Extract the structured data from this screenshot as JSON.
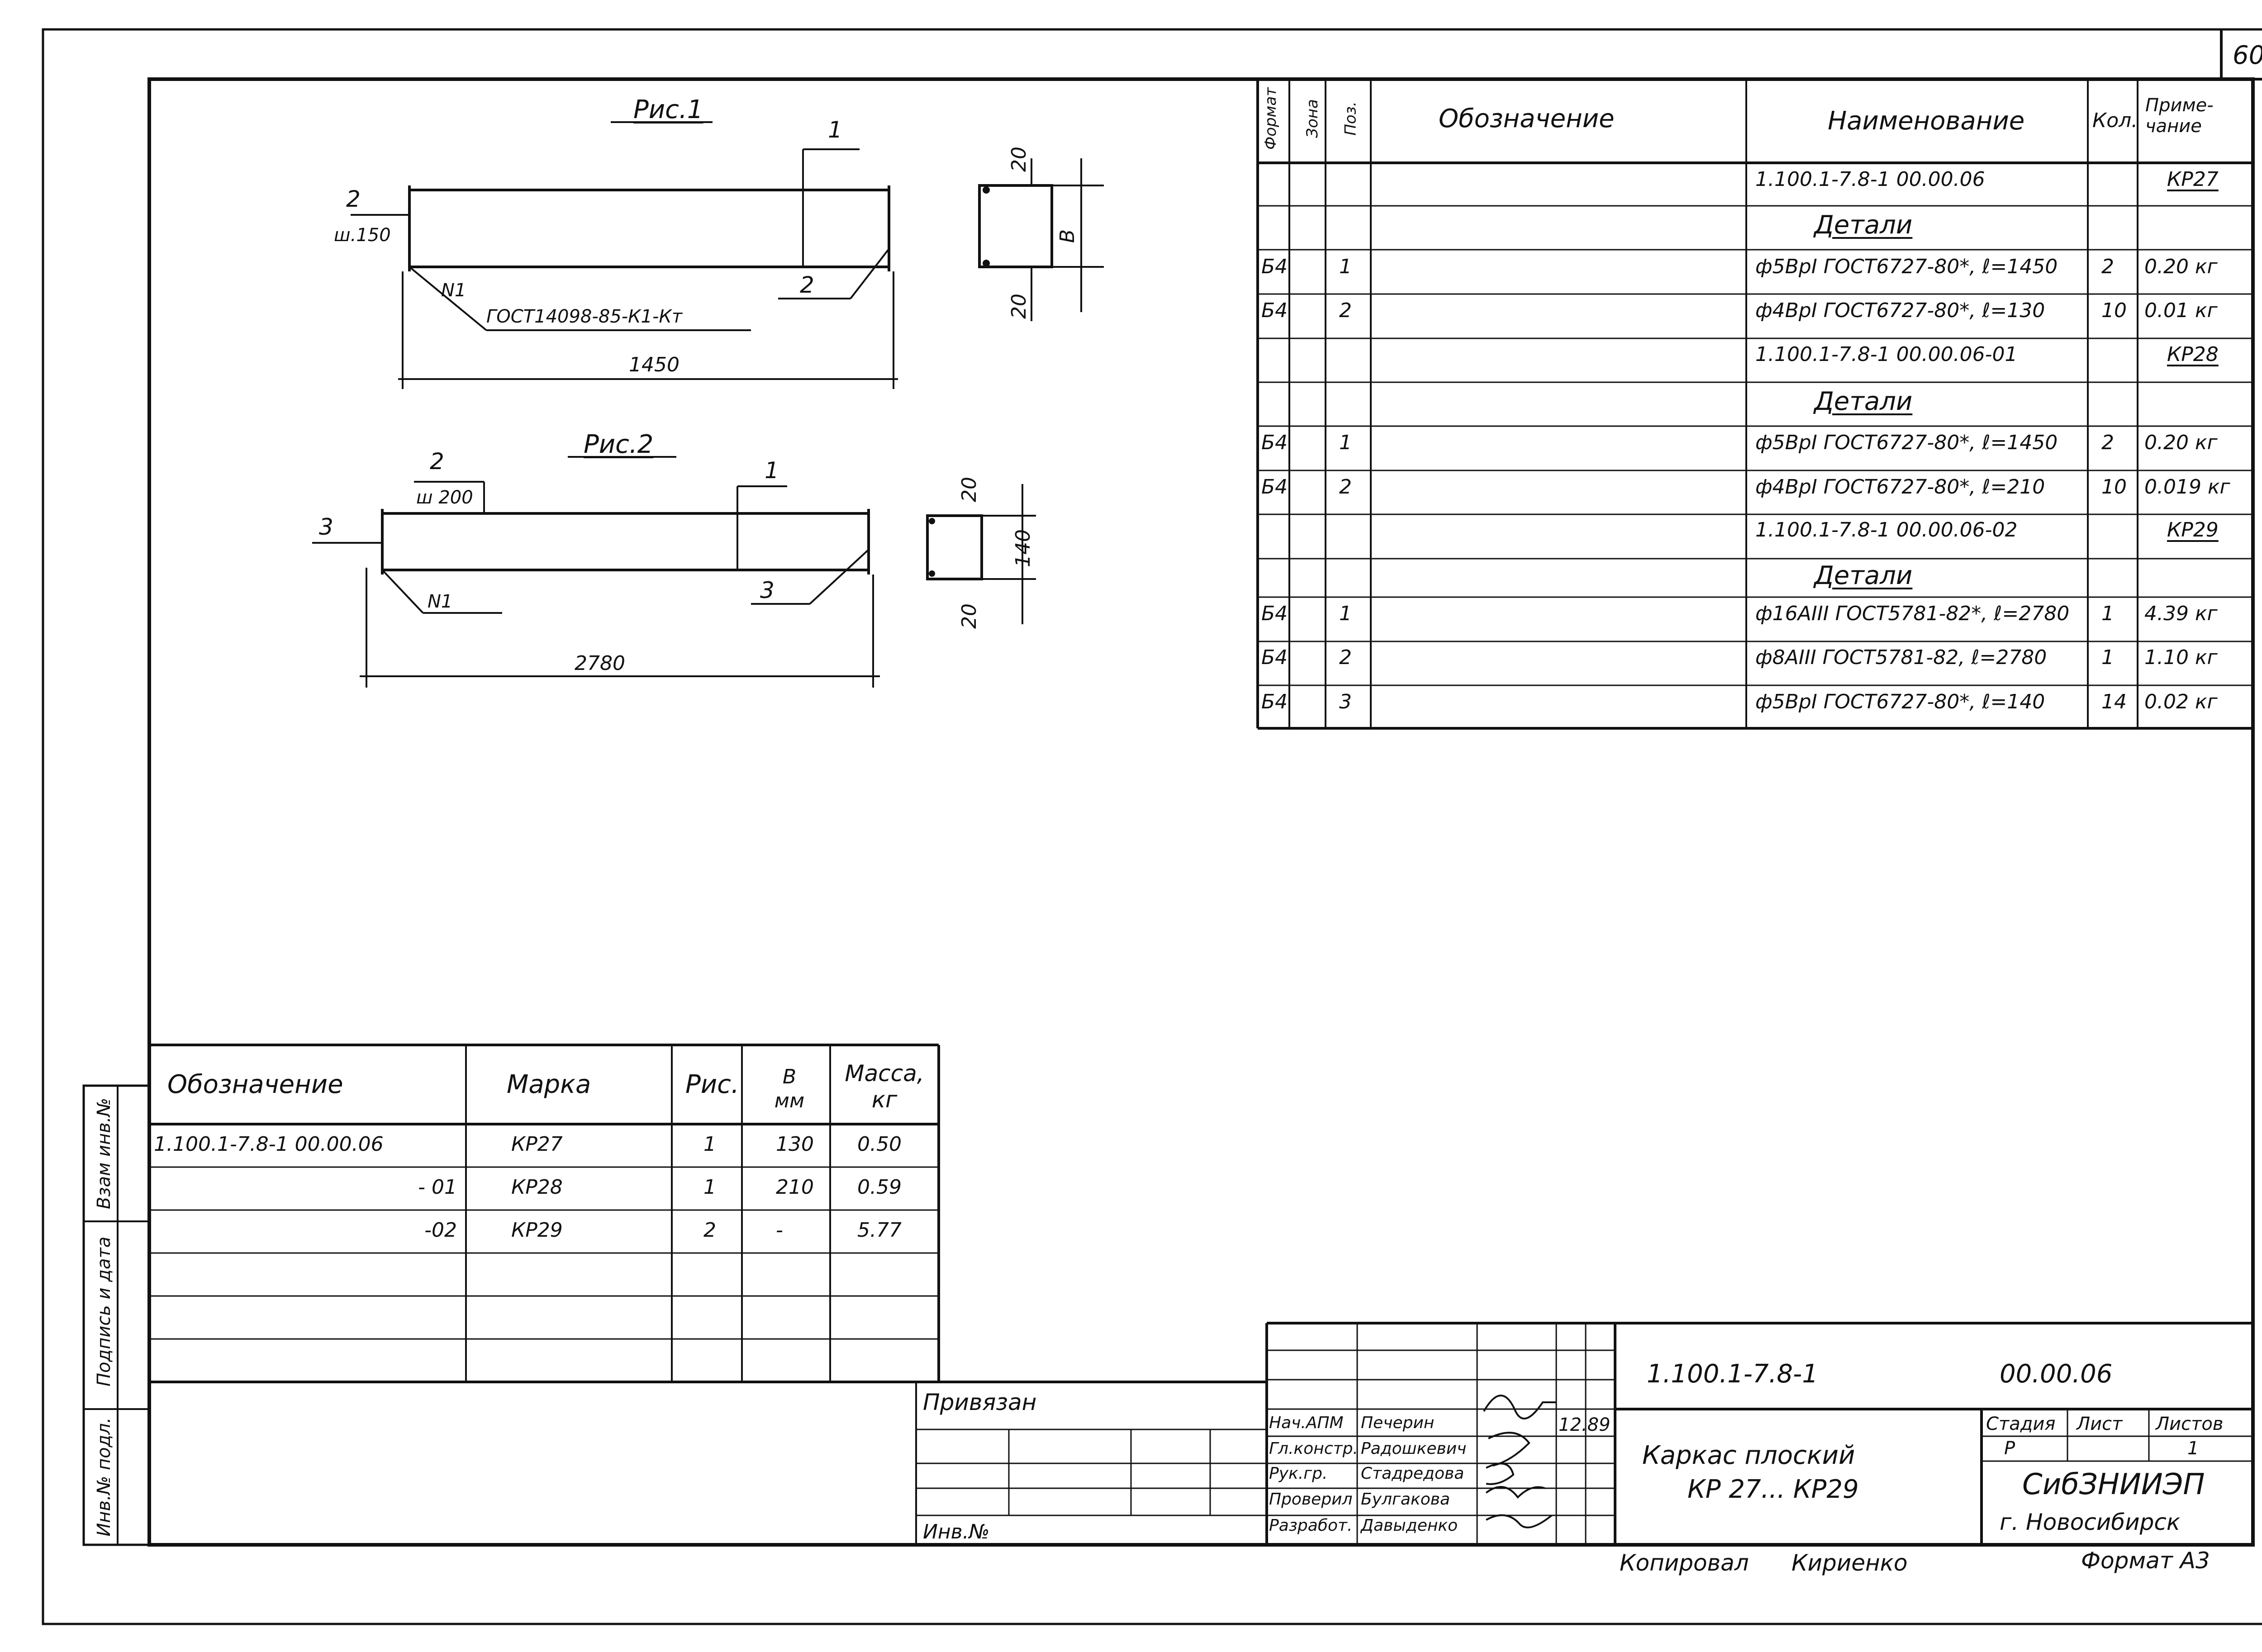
{
  "sheet": {
    "page_no": "60"
  },
  "figures": {
    "fig1": {
      "title": "Рис.1",
      "labels": [
        "2",
        "ш.150",
        "1",
        "2",
        "N1",
        "ГОСТ14098-85-К1-Кт",
        "1450"
      ],
      "section_dims": [
        "20",
        "20",
        "В"
      ]
    },
    "fig2": {
      "title": "Рис.2",
      "labels": [
        "2",
        "ш 200",
        "1",
        "3",
        "3",
        "N1",
        "2780"
      ],
      "section_dims": [
        "20",
        "140",
        "20"
      ]
    }
  },
  "spec": {
    "headers": [
      "Формат",
      "Зона",
      "Поз.",
      "Обозначение",
      "Наименование",
      "Кол.",
      "Приме-чание"
    ],
    "rows": [
      {
        "fmt": "",
        "pos": "",
        "name": "1.100.1-7.8-1     00.00.06",
        "qty": "",
        "note": "КР27",
        "style": "code"
      },
      {
        "fmt": "",
        "pos": "",
        "name": "Детали",
        "qty": "",
        "note": "",
        "style": "section"
      },
      {
        "fmt": "Б4",
        "pos": "1",
        "name": "ф5ВрI ГОСТ6727-80*, ℓ=1450",
        "qty": "2",
        "note": "0.20 кг",
        "style": "item"
      },
      {
        "fmt": "Б4",
        "pos": "2",
        "name": "ф4ВрI ГОСТ6727-80*, ℓ=130",
        "qty": "10",
        "note": "0.01 кг",
        "style": "item"
      },
      {
        "fmt": "",
        "pos": "",
        "name": "1.100.1-7.8-1   00.00.06-01",
        "qty": "",
        "note": "КР28",
        "style": "code"
      },
      {
        "fmt": "",
        "pos": "",
        "name": "Детали",
        "qty": "",
        "note": "",
        "style": "section"
      },
      {
        "fmt": "Б4",
        "pos": "1",
        "name": "ф5ВрI ГОСТ6727-80*, ℓ=1450",
        "qty": "2",
        "note": "0.20 кг",
        "style": "item"
      },
      {
        "fmt": "Б4",
        "pos": "2",
        "name": "ф4ВрI ГОСТ6727-80*, ℓ=210",
        "qty": "10",
        "note": "0.019 кг",
        "style": "item"
      },
      {
        "fmt": "",
        "pos": "",
        "name": "1.100.1-7.8-1  00.00.06-02",
        "qty": "",
        "note": "КР29",
        "style": "code"
      },
      {
        "fmt": "",
        "pos": "",
        "name": "Детали",
        "qty": "",
        "note": "",
        "style": "section"
      },
      {
        "fmt": "Б4",
        "pos": "1",
        "name": "ф16АIII ГОСТ5781-82*, ℓ=2780",
        "qty": "1",
        "note": "4.39 кг",
        "style": "item"
      },
      {
        "fmt": "Б4",
        "pos": "2",
        "name": "ф8АIII ГОСТ5781-82, ℓ=2780",
        "qty": "1",
        "note": "1.10 кг",
        "style": "item"
      },
      {
        "fmt": "Б4",
        "pos": "3",
        "name": "ф5ВрI ГОСТ6727-80*, ℓ=140",
        "qty": "14",
        "note": "0.02 кг",
        "style": "item"
      }
    ]
  },
  "marks": {
    "headers": [
      "Обозначение",
      "Марка",
      "Рис.",
      "В мм",
      "Масса, кг"
    ],
    "rows": [
      {
        "code": "1.100.1-7.8-1  00.00.06",
        "mark": "КР27",
        "fig": "1",
        "b": "130",
        "mass": "0.50"
      },
      {
        "code": "- 01",
        "mark": "КР28",
        "fig": "1",
        "b": "210",
        "mass": "0.59"
      },
      {
        "code": "-02",
        "mark": "КР29",
        "fig": "2",
        "b": "-",
        "mass": "5.77"
      }
    ]
  },
  "side_stamp": [
    "Взам инв.№",
    "Подпись и дата",
    "Инв.№ подл."
  ],
  "binding": {
    "privyazan": "Привязан",
    "inv_no": "Инв.№"
  },
  "title_block": {
    "doc_code": "1.100.1-7.8-1",
    "doc_suffix": "00.00.06",
    "roles": [
      "Нач.АПМ",
      "Гл.констр.",
      "Рук.гр.",
      "Проверил",
      "Разработ."
    ],
    "names": [
      "Печерин",
      "Радошкевич",
      "Стадредова",
      "Булгакова",
      "Давыденко"
    ],
    "date": "12.89",
    "title_line1": "Каркас  плоский",
    "title_line2": "КР 27... КР29",
    "stage_label": "Стадия",
    "sheet_label": "Лист",
    "sheets_label": "Листов",
    "stage": "Р",
    "sheets": "1",
    "org": "СибЗНИИЭП",
    "city": "г. Новосибирск"
  },
  "footer": {
    "copied": "Копировал",
    "copier": "Кириенко",
    "format": "Формат А3"
  }
}
